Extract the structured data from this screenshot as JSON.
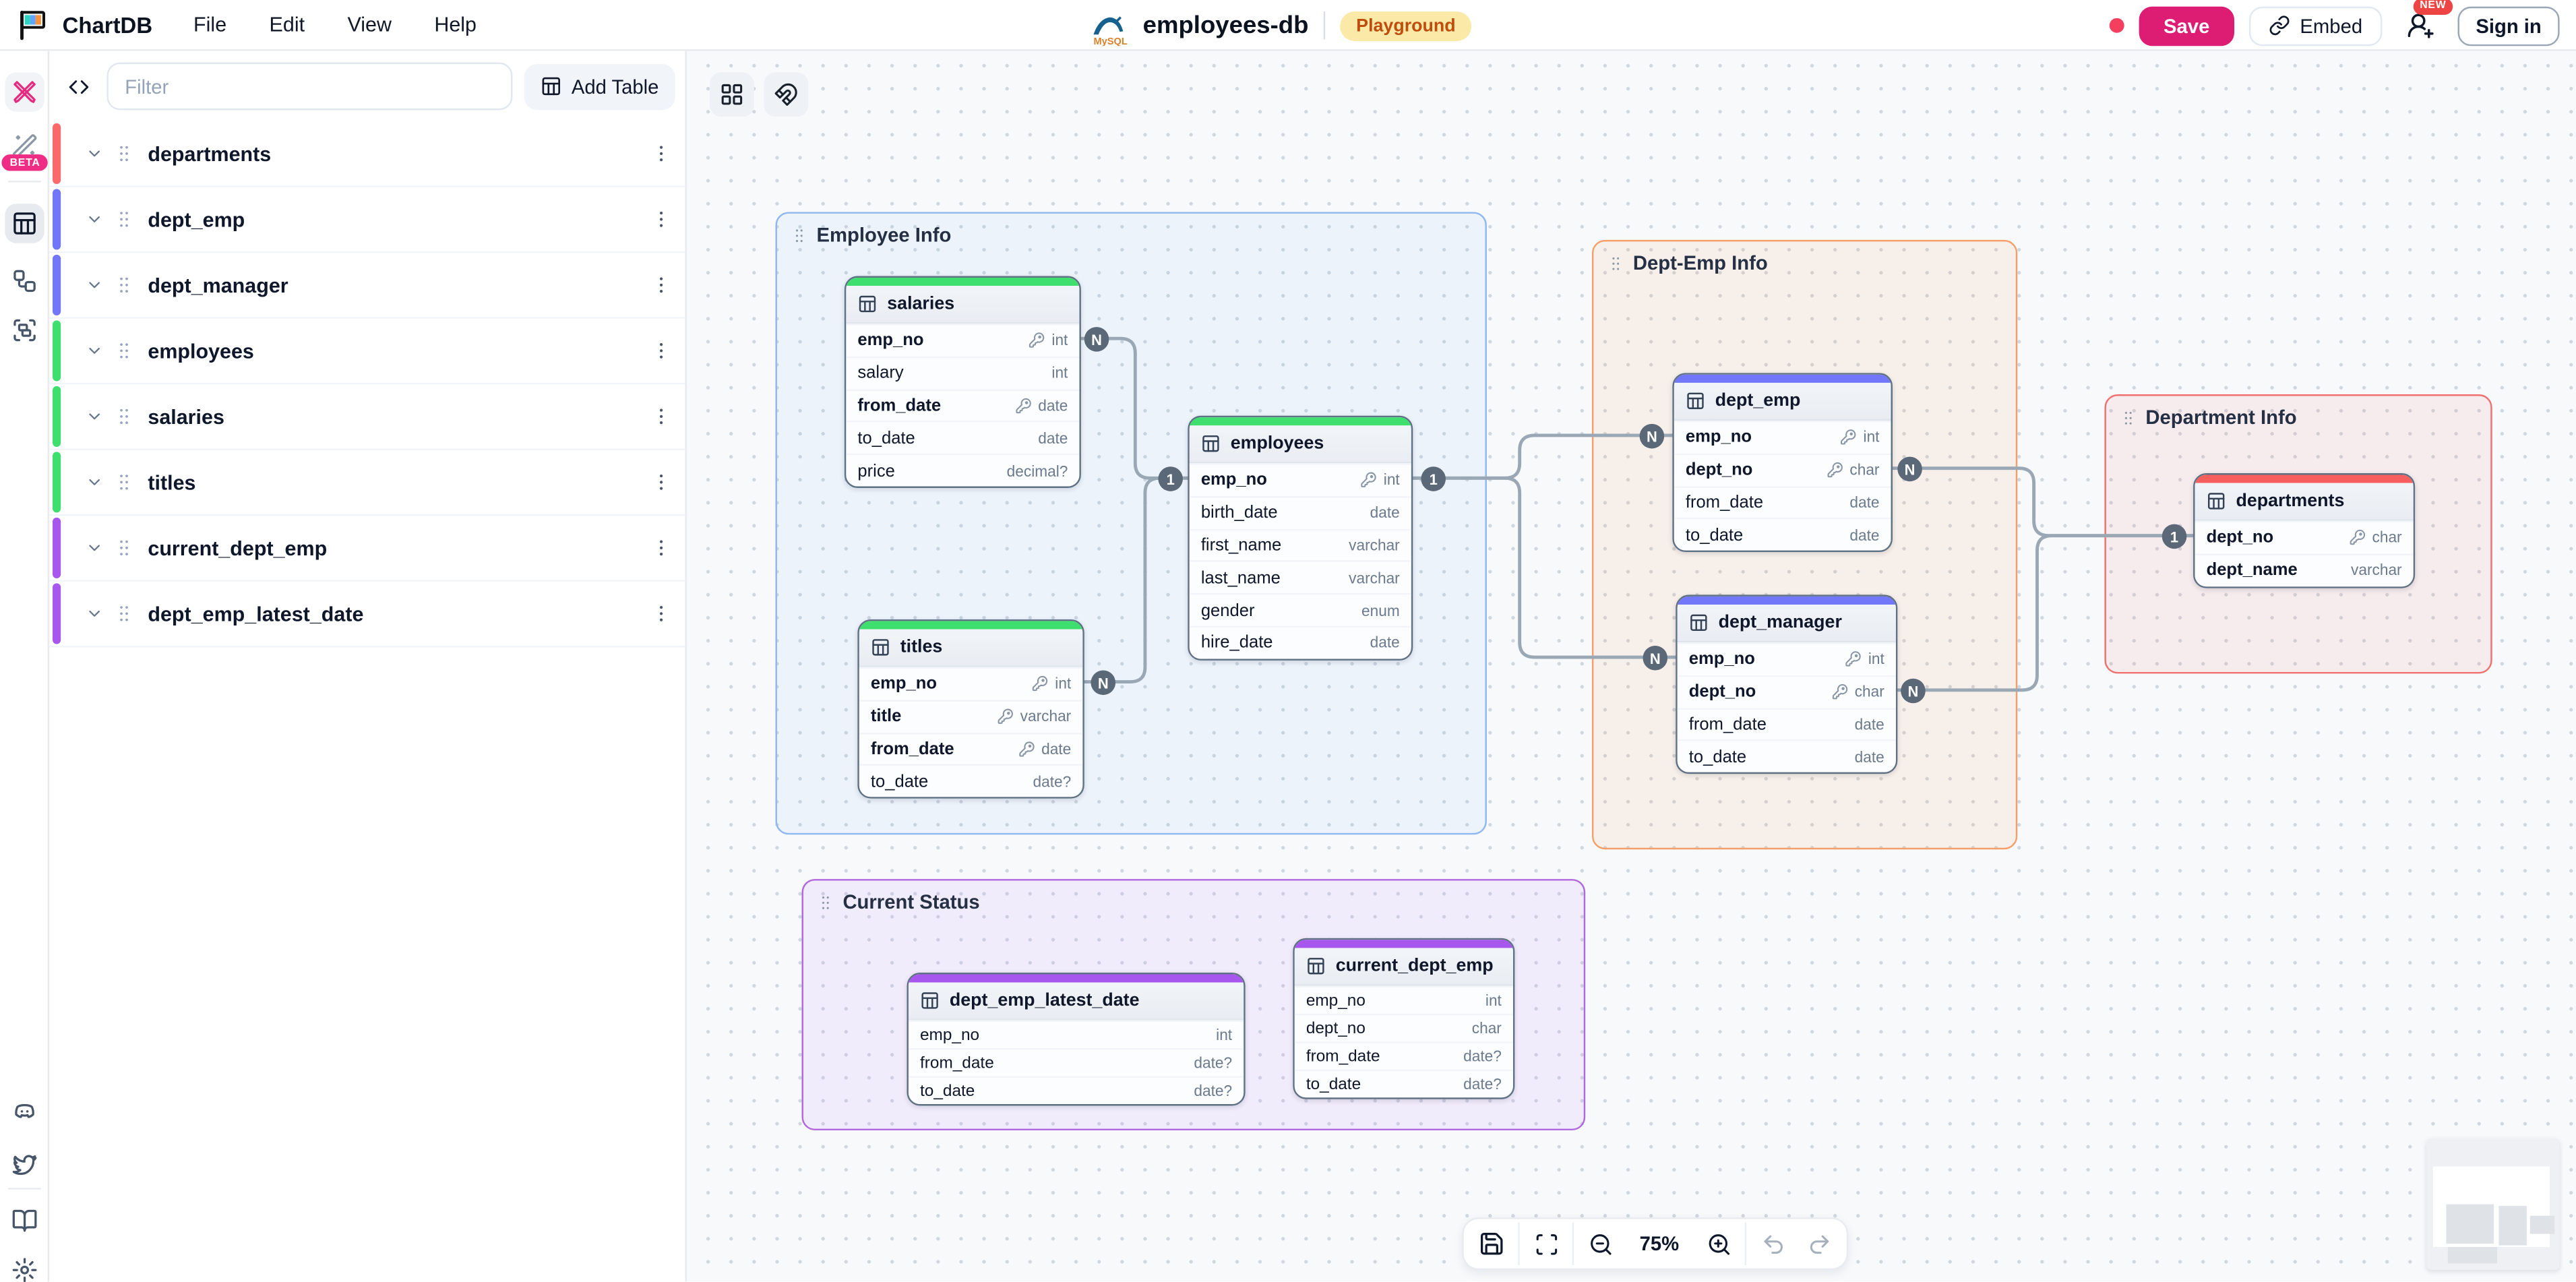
{
  "header": {
    "app_name": "ChartDB",
    "menus": [
      {
        "label": "File"
      },
      {
        "label": "Edit"
      },
      {
        "label": "View"
      },
      {
        "label": "Help"
      }
    ],
    "diagram_name": "employees-db",
    "db_type_icon": "mysql-logo",
    "environment_badge": "Playground",
    "unsaved_indicator_color": "#f43f5e",
    "save_label": "Save",
    "embed_label": "Embed",
    "new_badge": "NEW",
    "sign_in_label": "Sign in",
    "accent_pink": "#dd1c74"
  },
  "side_rail": {
    "beta_label": "BETA",
    "icons": [
      "diagram-editor-icon",
      "magic-wand-icon",
      "tables-icon",
      "relationships-icon",
      "areas-icon",
      "discord-icon",
      "twitter-icon",
      "docs-icon",
      "settings-icon"
    ],
    "active_icon": "tables-icon"
  },
  "panel": {
    "filter_placeholder": "Filter",
    "add_table_label": "Add Table",
    "tables": [
      {
        "name": "departments",
        "accent_color": "#fb6a6a"
      },
      {
        "name": "dept_emp",
        "accent_color": "#7276f8"
      },
      {
        "name": "dept_manager",
        "accent_color": "#7276f8"
      },
      {
        "name": "employees",
        "accent_color": "#3fdf6f"
      },
      {
        "name": "salaries",
        "accent_color": "#3fdf6f"
      },
      {
        "name": "titles",
        "accent_color": "#3fdf6f"
      },
      {
        "name": "current_dept_emp",
        "accent_color": "#a757ee"
      },
      {
        "name": "dept_emp_latest_date",
        "accent_color": "#a757ee"
      }
    ]
  },
  "canvas": {
    "zoom_level": "75%",
    "areas": [
      {
        "name": "Employee Info",
        "border_color": "#8fb8f0"
      },
      {
        "name": "Dept-Emp Info",
        "border_color": "#f5a06b"
      },
      {
        "name": "Department Info",
        "border_color": "#f17070"
      },
      {
        "name": "Current Status",
        "border_color": "#b168dd"
      }
    ],
    "tables": [
      {
        "name": "salaries",
        "accent_color": "#3fdf6f",
        "fields": [
          {
            "name": "emp_no",
            "type": "int",
            "key": true
          },
          {
            "name": "salary",
            "type": "int"
          },
          {
            "name": "from_date",
            "type": "date",
            "key": true
          },
          {
            "name": "to_date",
            "type": "date"
          },
          {
            "name": "price",
            "type": "decimal?"
          }
        ]
      },
      {
        "name": "employees",
        "accent_color": "#3fdf6f",
        "fields": [
          {
            "name": "emp_no",
            "type": "int",
            "key": true
          },
          {
            "name": "birth_date",
            "type": "date"
          },
          {
            "name": "first_name",
            "type": "varchar"
          },
          {
            "name": "last_name",
            "type": "varchar"
          },
          {
            "name": "gender",
            "type": "enum"
          },
          {
            "name": "hire_date",
            "type": "date"
          }
        ]
      },
      {
        "name": "titles",
        "accent_color": "#3fdf6f",
        "fields": [
          {
            "name": "emp_no",
            "type": "int",
            "key": true
          },
          {
            "name": "title",
            "type": "varchar",
            "key": true
          },
          {
            "name": "from_date",
            "type": "date",
            "key": true
          },
          {
            "name": "to_date",
            "type": "date?"
          }
        ]
      },
      {
        "name": "dept_emp",
        "accent_color": "#7276f8",
        "fields": [
          {
            "name": "emp_no",
            "type": "int",
            "key": true
          },
          {
            "name": "dept_no",
            "type": "char",
            "key": true
          },
          {
            "name": "from_date",
            "type": "date"
          },
          {
            "name": "to_date",
            "type": "date"
          }
        ]
      },
      {
        "name": "dept_manager",
        "accent_color": "#7276f8",
        "fields": [
          {
            "name": "emp_no",
            "type": "int",
            "key": true
          },
          {
            "name": "dept_no",
            "type": "char",
            "key": true
          },
          {
            "name": "from_date",
            "type": "date"
          },
          {
            "name": "to_date",
            "type": "date"
          }
        ]
      },
      {
        "name": "departments",
        "accent_color": "#f75e5e",
        "fields": [
          {
            "name": "dept_no",
            "type": "char",
            "key": true
          },
          {
            "name": "dept_name",
            "type": "varchar",
            "bold": true
          }
        ]
      },
      {
        "name": "dept_emp_latest_date",
        "accent_color": "#a757ee",
        "fields": [
          {
            "name": "emp_no",
            "type": "int"
          },
          {
            "name": "from_date",
            "type": "date?"
          },
          {
            "name": "to_date",
            "type": "date?"
          }
        ]
      },
      {
        "name": "current_dept_emp",
        "accent_color": "#a757ee",
        "fields": [
          {
            "name": "emp_no",
            "type": "int"
          },
          {
            "name": "dept_no",
            "type": "char"
          },
          {
            "name": "from_date",
            "type": "date?"
          },
          {
            "name": "to_date",
            "type": "date?"
          }
        ]
      }
    ],
    "relationship_badges": [
      {
        "label": "N"
      },
      {
        "label": "N"
      },
      {
        "label": "1"
      },
      {
        "label": "1"
      },
      {
        "label": "N"
      },
      {
        "label": "N"
      },
      {
        "label": "N"
      },
      {
        "label": "N"
      },
      {
        "label": "1"
      }
    ],
    "toolbar_icons": [
      "save-icon",
      "fullscreen-icon",
      "zoom-out-icon",
      "zoom-in-icon",
      "undo-icon",
      "redo-icon"
    ],
    "canvas_buttons": [
      "reorder-tables-icon",
      "snap-magnet-icon"
    ]
  }
}
